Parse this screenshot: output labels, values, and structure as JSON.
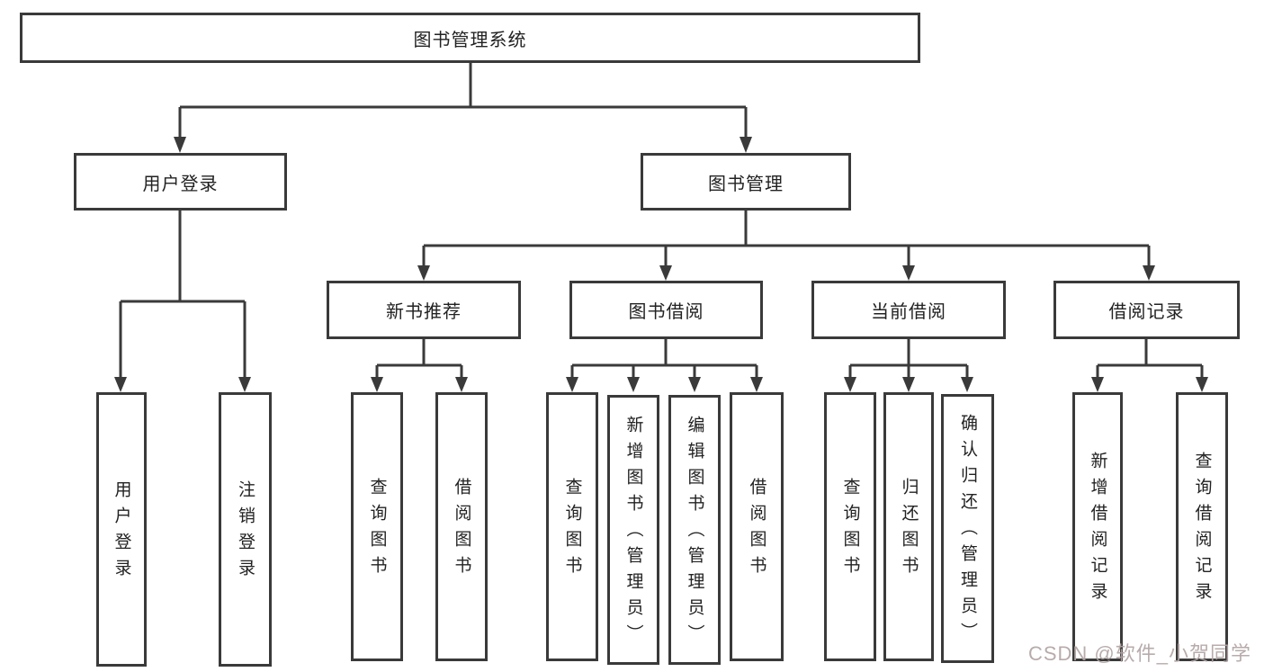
{
  "diagram": {
    "root": {
      "label": "图书管理系统"
    },
    "level2": [
      {
        "label": "用户登录"
      },
      {
        "label": "图书管理"
      }
    ],
    "level3": [
      {
        "label": "新书推荐"
      },
      {
        "label": "图书借阅"
      },
      {
        "label": "当前借阅"
      },
      {
        "label": "借阅记录"
      }
    ],
    "leaves": {
      "user_login": "用户登录",
      "user_logout": "注销登录",
      "new_query": "查询图书",
      "new_borrow": "借阅图书",
      "borrow_query": "查询图书",
      "borrow_add": "新增图书（管理员）",
      "borrow_edit": "编辑图书（管理员）",
      "borrow_borrow": "借阅图书",
      "current_query": "查询图书",
      "current_return": "归还图书",
      "current_confirm": "确认归还（管理员）",
      "history_add": "新增借阅记录",
      "history_query": "查询借阅记录"
    }
  },
  "watermark": {
    "text": "CSDN @软件_小贺同学"
  },
  "colors": {
    "line": "#3a3a3a",
    "background": "#ffffff",
    "watermark": "#b2a4a4"
  }
}
